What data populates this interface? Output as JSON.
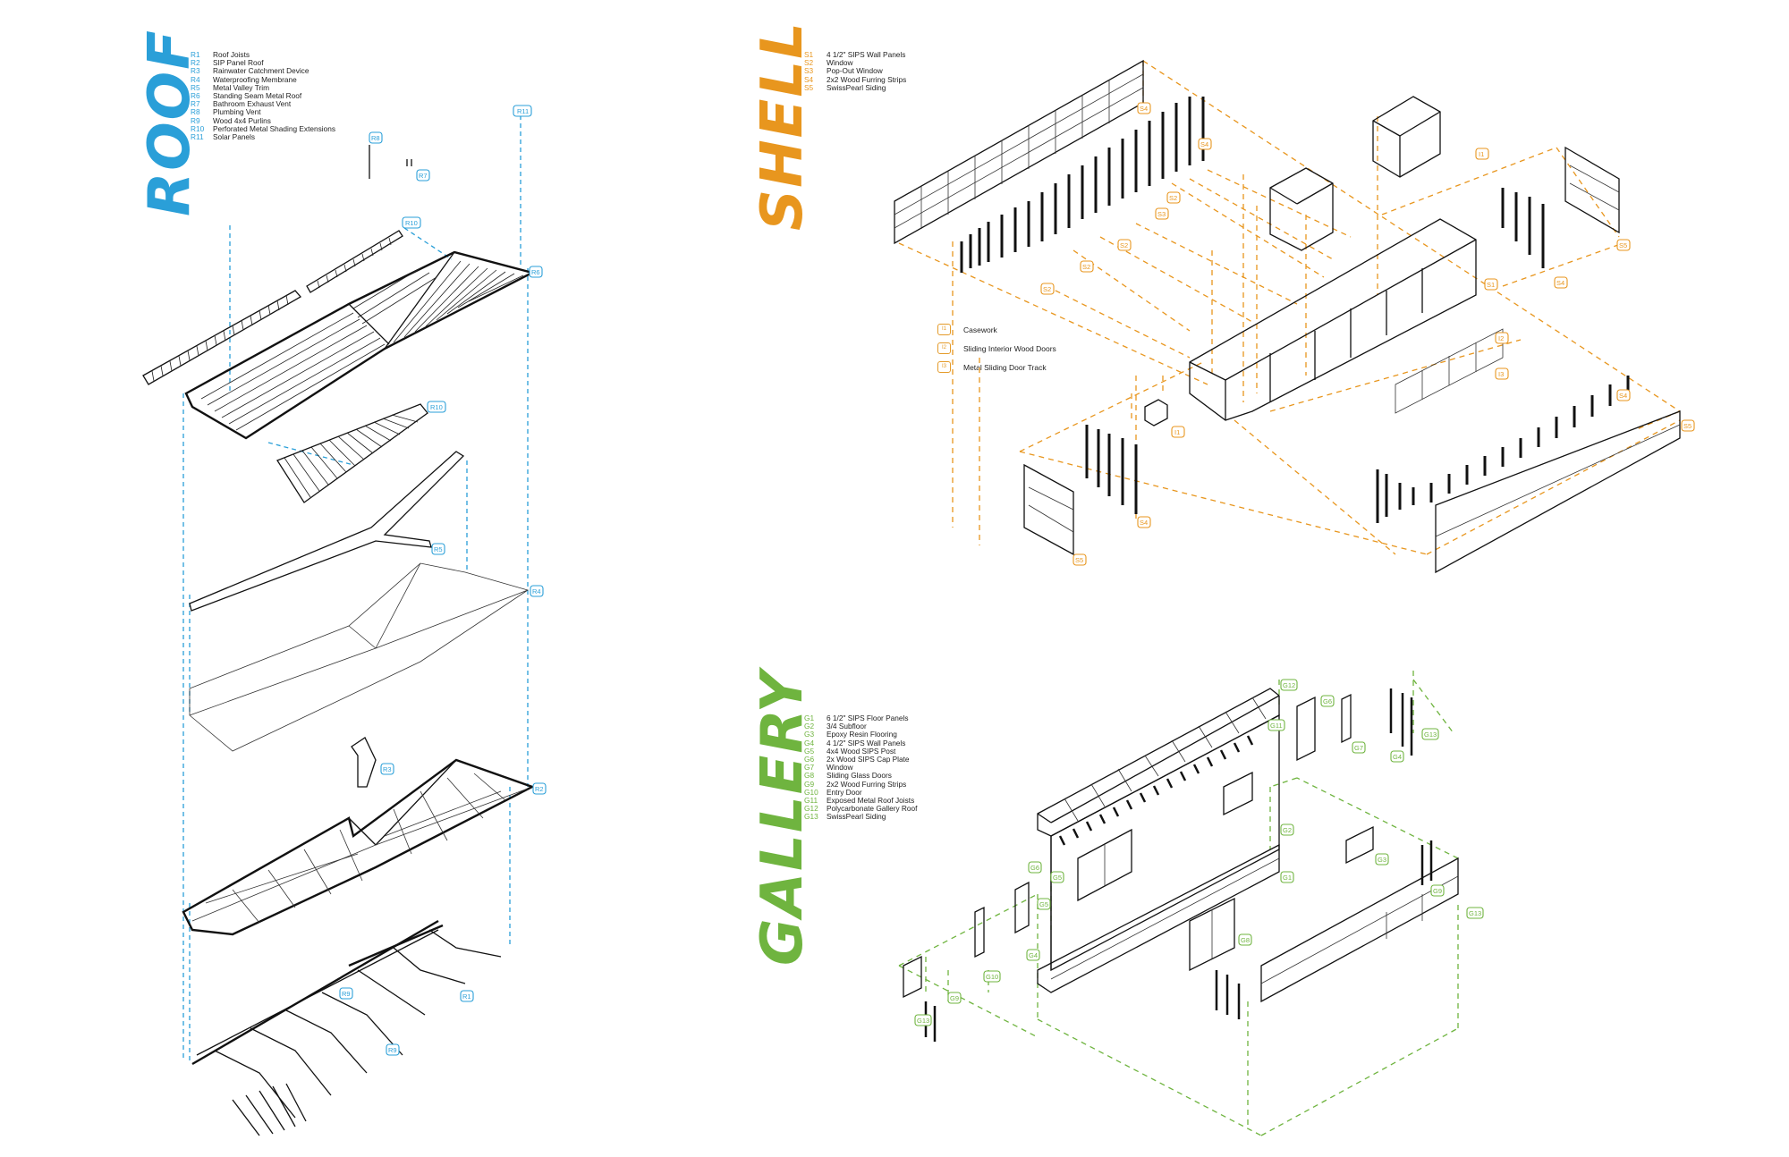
{
  "colors": {
    "roof": "#2a9fd8",
    "shell": "#e8961e",
    "gallery": "#6fb43f",
    "linework": "#111111"
  },
  "roof": {
    "title": "ROOF",
    "legend": [
      {
        "code": "R1",
        "label": "Roof Joists"
      },
      {
        "code": "R2",
        "label": "SIP Panel Roof"
      },
      {
        "code": "R3",
        "label": "Rainwater Catchment Device"
      },
      {
        "code": "R4",
        "label": "Waterproofing Membrane"
      },
      {
        "code": "R5",
        "label": "Metal Valley Trim"
      },
      {
        "code": "R6",
        "label": "Standing Seam Metal Roof"
      },
      {
        "code": "R7",
        "label": "Bathroom Exhaust Vent"
      },
      {
        "code": "R8",
        "label": "Plumbing Vent"
      },
      {
        "code": "R9",
        "label": "Wood 4x4 Purlins"
      },
      {
        "code": "R10",
        "label": "Perforated Metal Shading Extensions"
      },
      {
        "code": "R11",
        "label": "Solar Panels"
      }
    ],
    "tags": [
      "R11",
      "R8",
      "R7",
      "R10",
      "R6",
      "R10",
      "R5",
      "R4",
      "R3",
      "R2",
      "R1",
      "R9",
      "R9"
    ]
  },
  "shell": {
    "title": "SHELL",
    "legend": [
      {
        "code": "S1",
        "label": "4 1/2\" SIPS Wall Panels"
      },
      {
        "code": "S2",
        "label": "Window"
      },
      {
        "code": "S3",
        "label": "Pop-Out Window"
      },
      {
        "code": "S4",
        "label": "2x2 Wood Furring Strips"
      },
      {
        "code": "S5",
        "label": "SwissPearl Siding"
      }
    ],
    "casework_key": [
      {
        "code": "I1",
        "label": "Casework"
      },
      {
        "code": "I2",
        "label": "Sliding Interior Wood Doors"
      },
      {
        "code": "I3",
        "label": "Metal Sliding Door Track"
      }
    ],
    "tags": [
      "S4",
      "S4",
      "I1",
      "S3",
      "S2",
      "S2",
      "S2",
      "S2",
      "S5",
      "S1",
      "S4",
      "I2",
      "I3",
      "S4",
      "S5",
      "I1",
      "S4",
      "S5"
    ]
  },
  "gallery": {
    "title": "GALLERY",
    "legend": [
      {
        "code": "G1",
        "label": "6 1/2\" SIPS Floor Panels"
      },
      {
        "code": "G2",
        "label": "3/4 Subfloor"
      },
      {
        "code": "G3",
        "label": "Epoxy Resin Flooring"
      },
      {
        "code": "G4",
        "label": "4 1/2\" SIPS Wall Panels"
      },
      {
        "code": "G5",
        "label": "4x4 Wood SIPS Post"
      },
      {
        "code": "G6",
        "label": "2x Wood SIPS Cap Plate"
      },
      {
        "code": "G7",
        "label": "Window"
      },
      {
        "code": "G8",
        "label": "Sliding Glass Doors"
      },
      {
        "code": "G9",
        "label": "2x2 Wood Furring Strips"
      },
      {
        "code": "G10",
        "label": "Entry Door"
      },
      {
        "code": "G11",
        "label": "Exposed Metal Roof Joists"
      },
      {
        "code": "G12",
        "label": "Polycarbonate Gallery Roof"
      },
      {
        "code": "G13",
        "label": "SwissPearl Siding"
      }
    ],
    "tags": [
      "G12",
      "G11",
      "G6",
      "G13",
      "G7",
      "G4",
      "G2",
      "G1",
      "G3",
      "G6",
      "G5",
      "G5",
      "G8",
      "G4",
      "G10",
      "G9",
      "G13",
      "G9",
      "G13"
    ]
  }
}
